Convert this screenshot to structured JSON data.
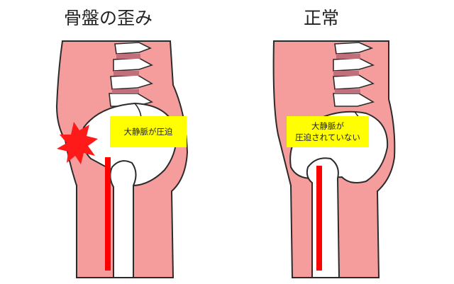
{
  "titles": {
    "left": "骨盤の歪み",
    "right": "正常"
  },
  "labels": {
    "left": "大静脈が圧迫",
    "right_line1": "大静脈が",
    "right_line2": "圧迫されていない"
  },
  "colors": {
    "body": "#f59c9c",
    "outline": "#2b2b2b",
    "bone": "#ffffff",
    "vein": "#ff0000",
    "label_bg": "#ffff00",
    "disc": "#c0707a"
  }
}
